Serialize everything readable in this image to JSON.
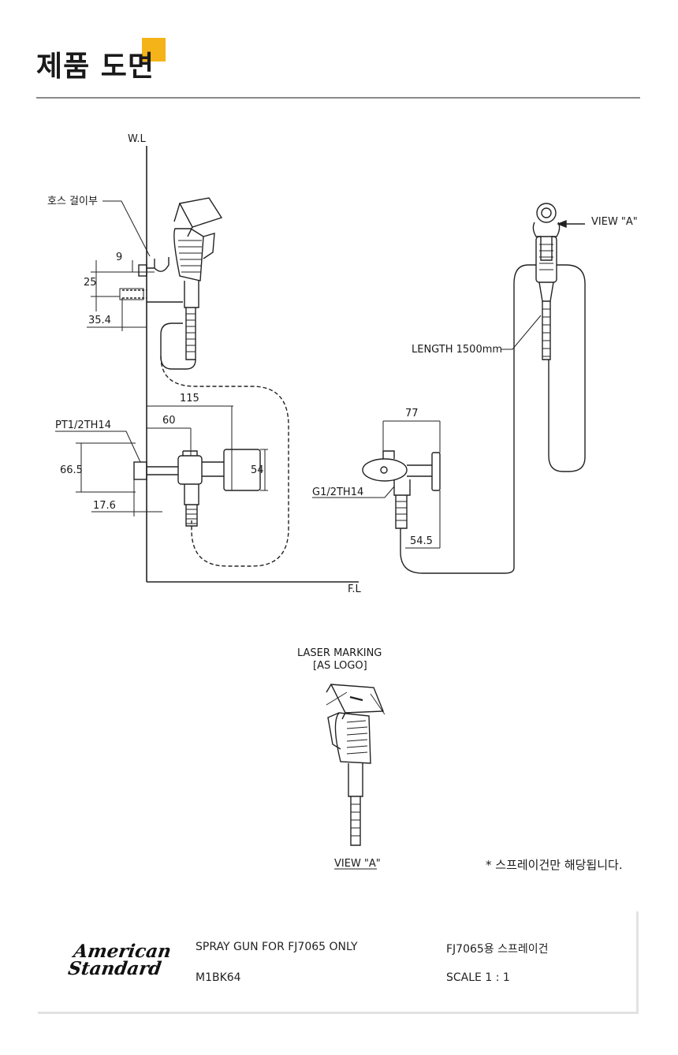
{
  "header": {
    "title": "제품 도면",
    "accent_color": "#f5b31a"
  },
  "drawing": {
    "wall_line": "W.L",
    "floor_line": "F.L",
    "hose_hook_label": "호스 걸이부",
    "dim_9": "9",
    "dim_25": "25",
    "dim_35_4": "35.4",
    "dim_115": "115",
    "dim_60": "60",
    "pt_thread": "PT1/2TH14",
    "dim_66_5": "66.5",
    "dim_54": "54",
    "dim_17_6": "17.6",
    "dim_77": "77",
    "g_thread": "G1/2TH14",
    "dim_54_5": "54.5",
    "length_label": "LENGTH 1500mm",
    "view_a_pointer": "VIEW \"A\"",
    "laser_marking_line1": "LASER MARKING",
    "laser_marking_line2": "[AS LOGO]",
    "view_a_caption": "VIEW \"A\"",
    "line_color": "#222222"
  },
  "note": "* 스프레이건만 해당됩니다.",
  "footer": {
    "brand_line1": "American",
    "brand_line2": "Standard",
    "product_en": "SPRAY GUN FOR FJ7065 ONLY",
    "model": "M1BK64",
    "product_ko": "FJ7065용 스프레이건",
    "scale": "SCALE  1 : 1"
  }
}
